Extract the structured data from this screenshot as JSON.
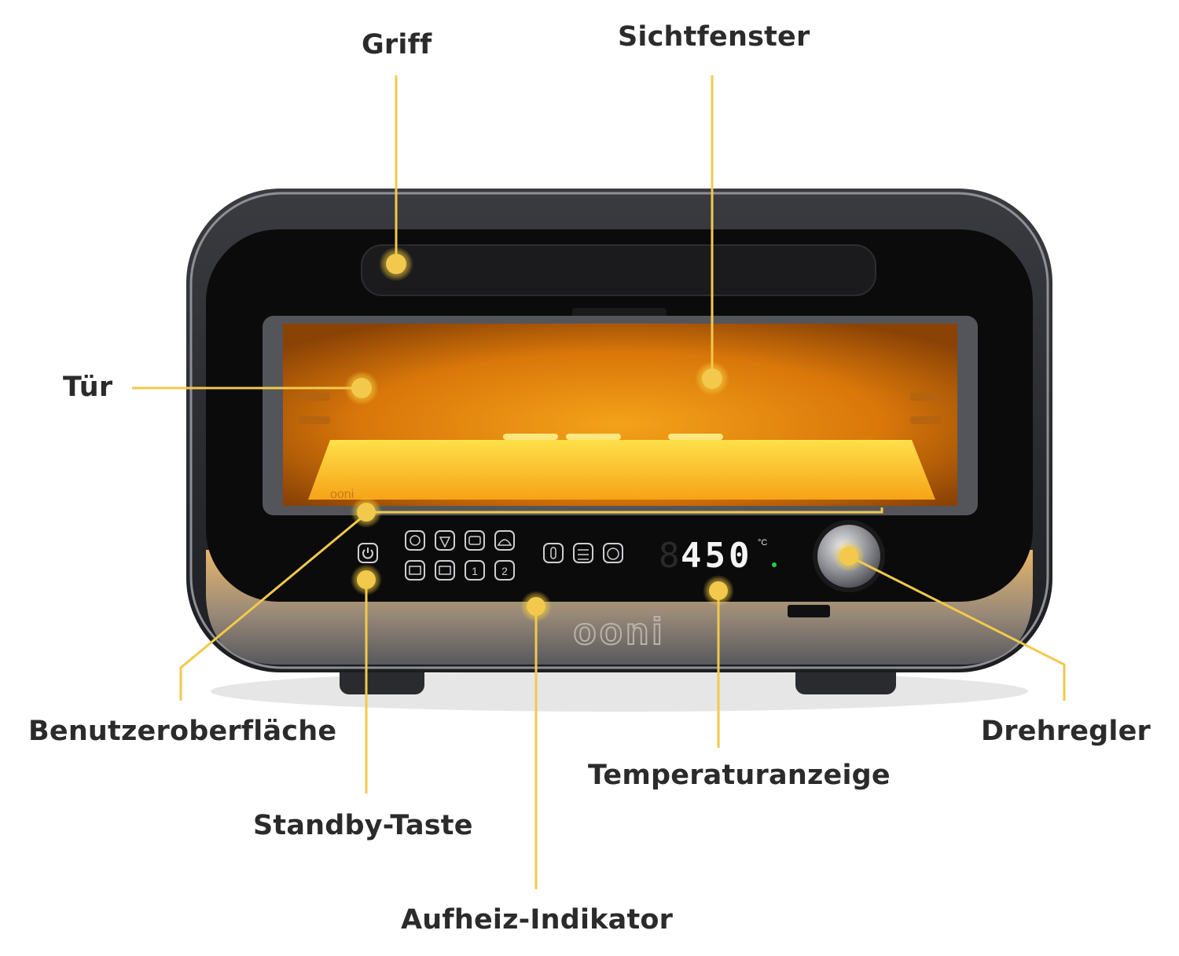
{
  "labels": {
    "griff": "Griff",
    "sichtfenster": "Sichtfenster",
    "tuer": "Tür",
    "benutzeroberflaeche": "Benutzeroberfläche",
    "standby_taste": "Standby-Taste",
    "aufheiz_indikator": "Aufheiz-Indikator",
    "temperaturanzeige": "Temperaturanzeige",
    "drehregler": "Drehregler"
  },
  "oven": {
    "display_temperature": "450",
    "display_unit": "°C",
    "brand": "ooni",
    "door_brand": "ooni",
    "program_buttons": [
      "1",
      "2"
    ]
  },
  "colors": {
    "callout": "#F2C94C",
    "oven_chamber": "#E8920E",
    "oven_body": "#2e2f33",
    "label_text": "#2b2b2b"
  }
}
